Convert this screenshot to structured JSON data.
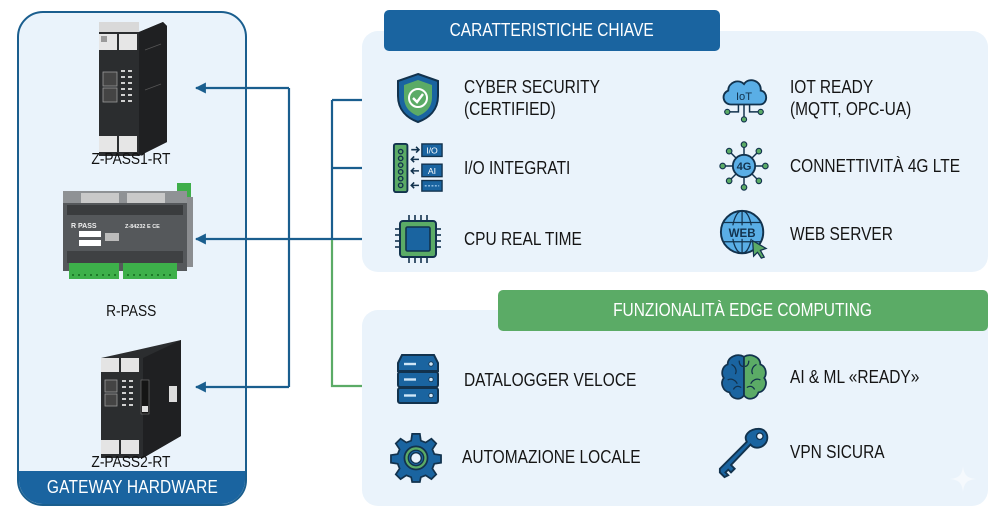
{
  "gateway": {
    "footer_label": "GATEWAY HARDWARE",
    "devices": [
      {
        "name": "Z-PASS1-RT",
        "icon": "din-rail-gateway-image"
      },
      {
        "name": "R-PASS",
        "icon": "din-rail-io-module-image",
        "front_brand": "R PASS",
        "front_model": "Z-84232 E CE"
      },
      {
        "name": "Z-PASS2-RT",
        "icon": "din-rail-gateway-image"
      }
    ]
  },
  "key_features": {
    "title": "CARATTERISTICHE CHIAVE",
    "items": [
      {
        "line1": "CYBER SECURITY",
        "line2": "(CERTIFIED)",
        "icon": "shield-check-icon"
      },
      {
        "line1": "I/O INTEGRATI",
        "line2": "",
        "icon": "io-module-icon",
        "icon_labels": [
          "I/O",
          "AI"
        ]
      },
      {
        "line1": "CPU REAL TIME",
        "line2": "",
        "icon": "cpu-chip-icon"
      },
      {
        "line1": "IOT READY",
        "line2": "(MQTT, OPC-UA)",
        "icon": "iot-cloud-icon",
        "icon_label": "IoT"
      },
      {
        "line1": "CONNETTIVITÀ 4G LTE",
        "line2": "",
        "icon": "network-4g-icon",
        "icon_label": "4G"
      },
      {
        "line1": "WEB SERVER",
        "line2": "",
        "icon": "web-globe-icon",
        "icon_label": "WEB"
      }
    ]
  },
  "edge_features": {
    "title": "FUNZIONALITÀ EDGE COMPUTING",
    "items": [
      {
        "line1": "DATALOGGER VELOCE",
        "icon": "server-stack-icon"
      },
      {
        "line1": "AUTOMAZIONE LOCALE",
        "icon": "gear-icon"
      },
      {
        "line1": "AI & ML «READY»",
        "icon": "brain-icon"
      },
      {
        "line1": "VPN SICURA",
        "icon": "key-icon"
      }
    ]
  },
  "colors": {
    "primary_blue": "#1a64a0",
    "line_blue": "#1a5e8e",
    "accent_green": "#5bab66",
    "panel_bg": "#eaf3fb"
  }
}
